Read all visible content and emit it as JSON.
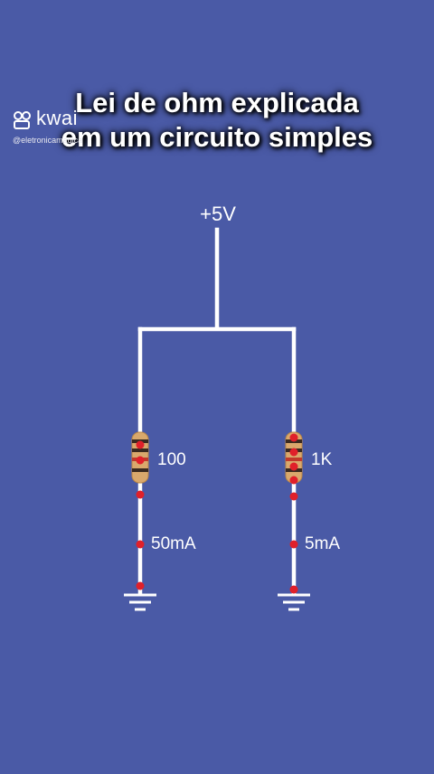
{
  "title": {
    "line1": "Lei de ohm explicada",
    "line2": "em um circuito simples"
  },
  "watermark": {
    "brand": "kwai",
    "handle": "@eletronicamagica",
    "icon": "kwai-logo-icon"
  },
  "circuit": {
    "supply_label": "+5V",
    "branches": [
      {
        "resistance_label": "100",
        "current_label": "50mA"
      },
      {
        "resistance_label": "1K",
        "current_label": "5mA"
      }
    ]
  },
  "colors": {
    "background": "#4a5aa6",
    "wire": "#ffffff",
    "resistor_body": "#d9a86c",
    "current_dot": "#e0202a"
  }
}
